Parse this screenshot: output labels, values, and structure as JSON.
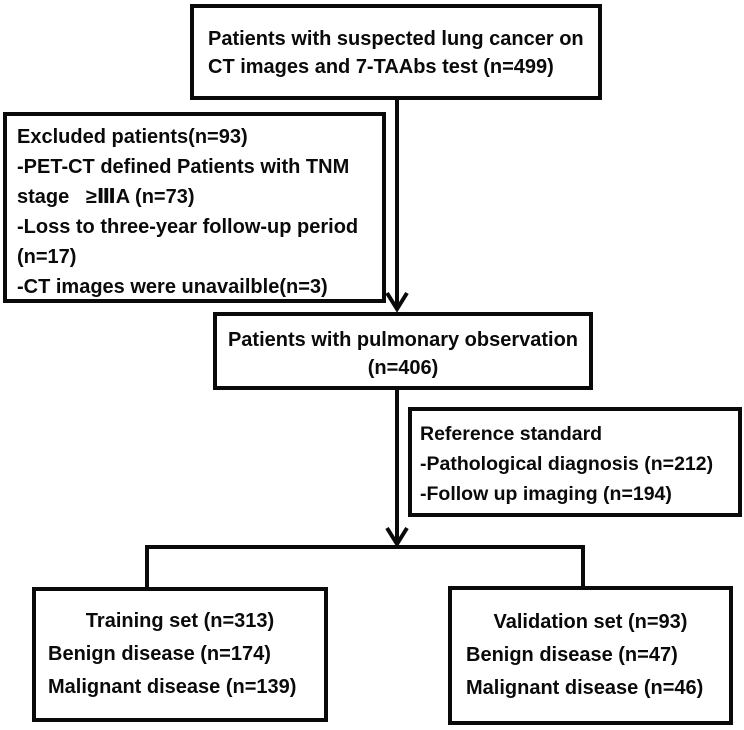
{
  "diagram": {
    "type": "patient-flowchart",
    "colors": {
      "ink": "#0a0a0a",
      "background": "#ffffff"
    },
    "boxes": {
      "suspected": {
        "lines": [
          "Patients with suspected lung cancer on",
          "CT images and 7-TAAbs test (n=499)"
        ]
      },
      "excluded": {
        "lines": [
          "Excluded patients(n=93)",
          "-PET-CT defined Patients with TNM",
          "stage   ≥ⅢA (n=73)",
          "-Loss to three-year follow-up period",
          "(n=17)",
          "-CT images were unavailble(n=3)"
        ]
      },
      "observation": {
        "lines": [
          "Patients with pulmonary observation",
          "(n=406)"
        ]
      },
      "reference": {
        "lines": [
          "Reference standard",
          "-Pathological diagnosis (n=212)",
          "-Follow up imaging (n=194)"
        ]
      },
      "training": {
        "lines": [
          "Training set (n=313)",
          "Benign disease (n=174)",
          "Malignant disease (n=139)"
        ]
      },
      "validation": {
        "lines": [
          "Validation set (n=93)",
          "Benign disease (n=47)",
          "Malignant disease (n=46)"
        ]
      }
    }
  }
}
